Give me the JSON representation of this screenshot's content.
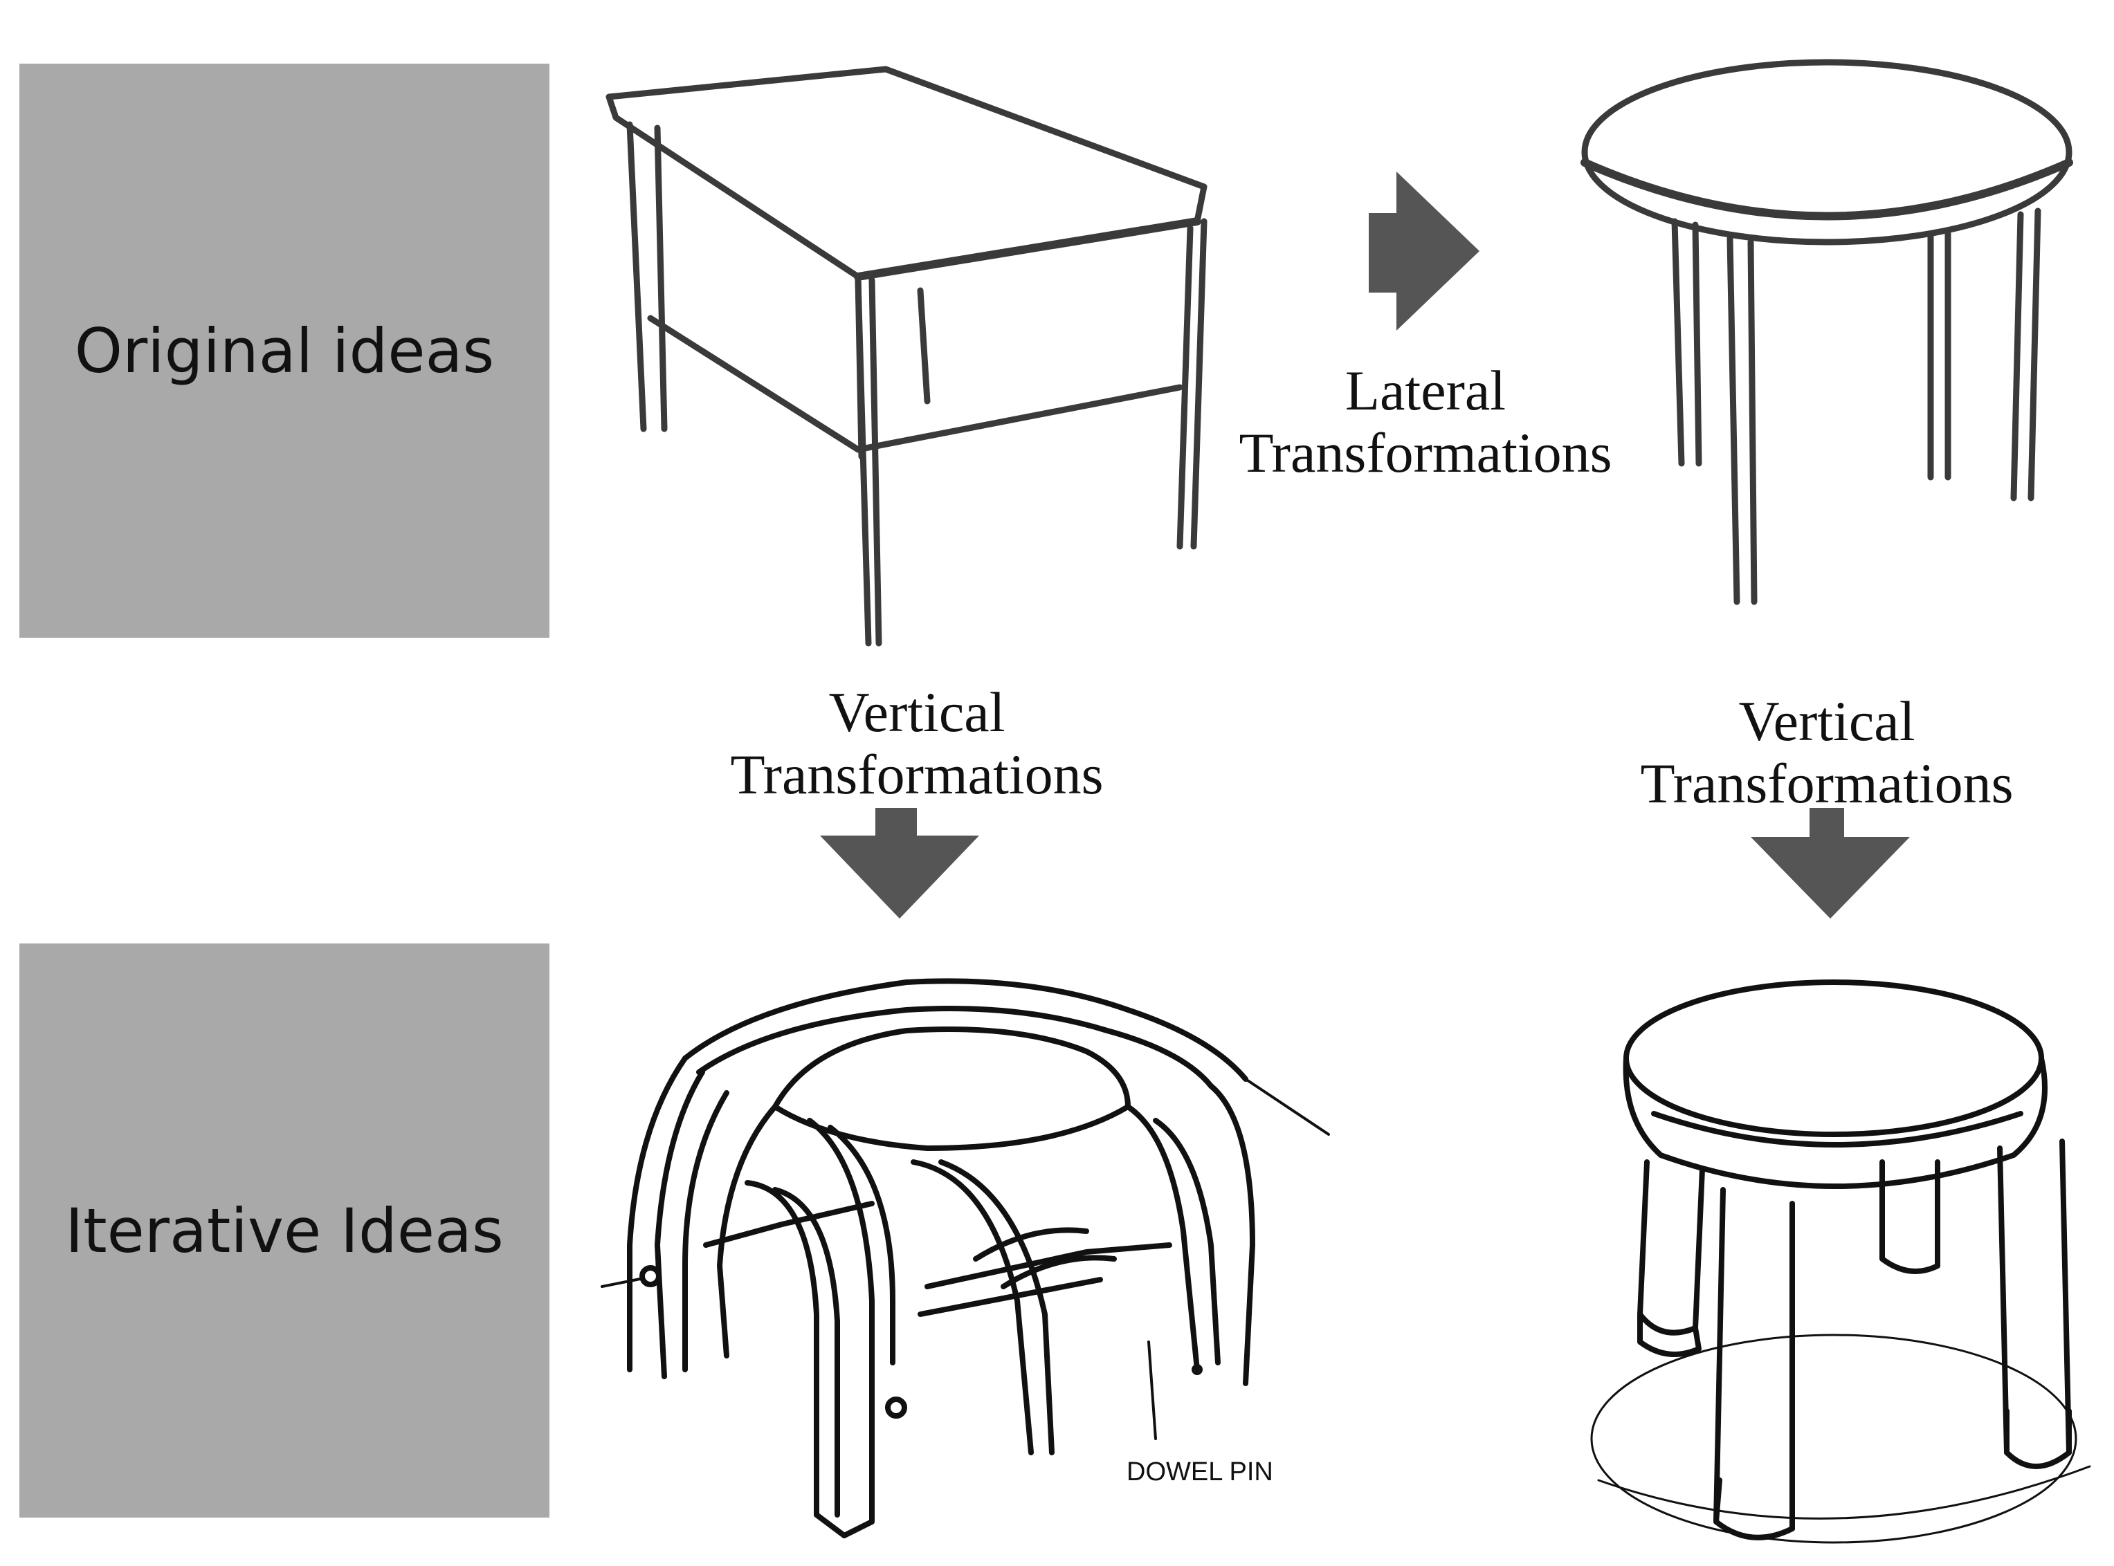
{
  "labels": {
    "original": "Original ideas",
    "iterative": "Iterative Ideas"
  },
  "transformations": {
    "lateral": [
      "Lateral",
      "Transformations"
    ],
    "vertical_left": [
      "Vertical",
      "Transformations"
    ],
    "vertical_right": [
      "Vertical",
      "Transformations"
    ]
  },
  "annotations": {
    "dowel_pin": "DOWEL PIN"
  },
  "colors": {
    "label_box": "#a9a9a9",
    "arrow": "#555555"
  },
  "sketches": {
    "top_left": "sketch-square-table-icon",
    "top_right": "sketch-round-table-icon",
    "bottom_left": "sketch-arched-stool-icon",
    "bottom_right": "sketch-round-stool-icon"
  }
}
